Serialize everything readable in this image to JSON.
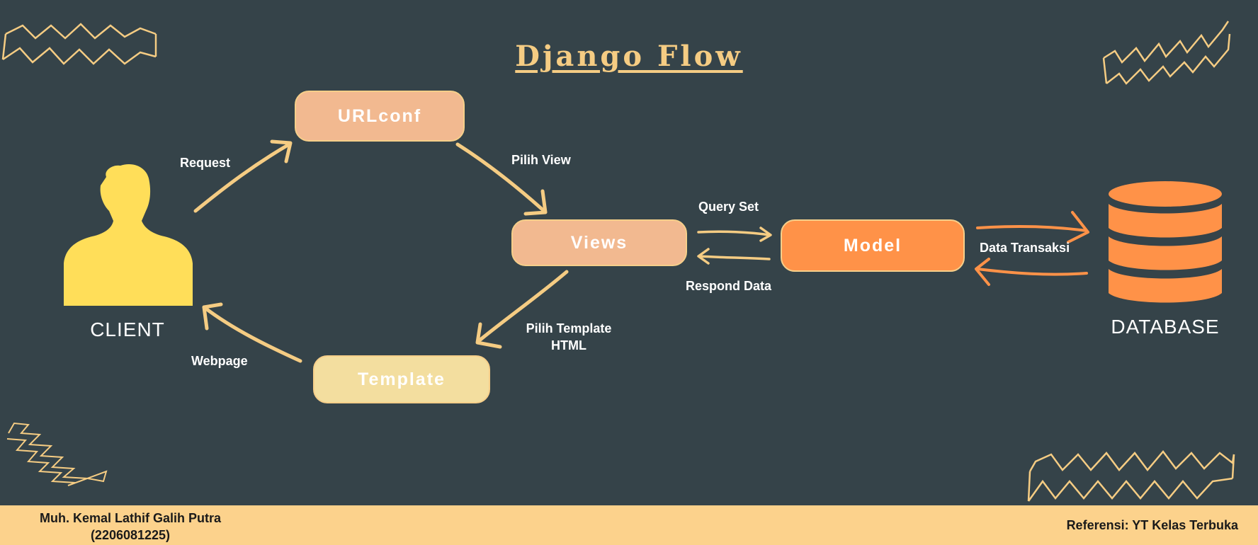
{
  "title": "Django Flow",
  "nodes": {
    "client": "CLIENT",
    "urlconf": "URLconf",
    "views": "Views",
    "model": "Model",
    "template": "Template",
    "database": "DATABASE"
  },
  "edges": {
    "request": "Request",
    "pilih_view": "Pilih View",
    "query_set": "Query Set",
    "respond_data": "Respond Data",
    "data_transaksi": "Data Transaksi",
    "pilih_template_line1": "Pilih Template",
    "pilih_template_line2": "HTML",
    "webpage": "Webpage"
  },
  "footer": {
    "author_name": "Muh. Kemal Lathif Galih Putra",
    "author_id": "(2206081225)",
    "reference": "Referensi: YT Kelas Terbuka"
  },
  "colors": {
    "background": "#354349",
    "accent_yellow": "#F5CC83",
    "client_icon": "#FFDE59",
    "database_icon": "#FF9248",
    "footer_bar": "#FCD28C"
  },
  "icons": [
    "person-silhouette-icon",
    "database-stack-icon",
    "zigzag-decoration"
  ]
}
